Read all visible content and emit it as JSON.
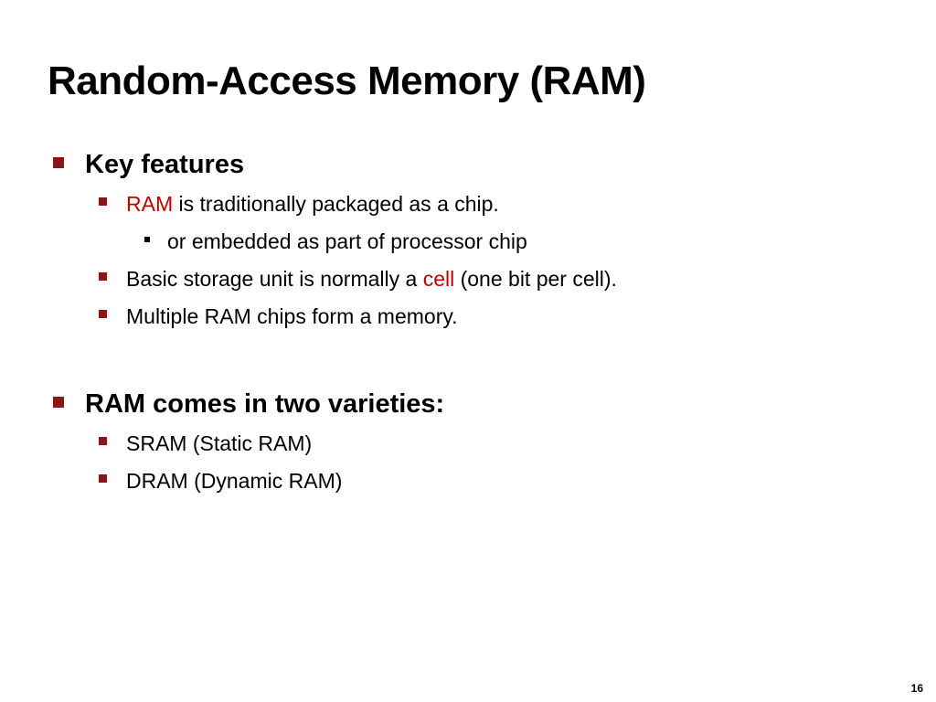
{
  "slide": {
    "title": "Random-Access Memory (RAM)",
    "sections": [
      {
        "heading": "Key features",
        "items": [
          {
            "pre": "",
            "highlight": "RAM",
            "post": " is traditionally packaged as a chip."
          },
          {
            "sub": "or embedded as part of processor chip"
          },
          {
            "pre": "Basic storage unit is normally a ",
            "highlight": "cell",
            "post": " (one bit per cell)."
          },
          {
            "text": "Multiple RAM chips form a memory."
          }
        ]
      },
      {
        "heading": "RAM comes in two varieties:",
        "items": [
          {
            "text": "SRAM (Static RAM)"
          },
          {
            "text": "DRAM (Dynamic RAM)"
          }
        ]
      }
    ],
    "page_number": "16"
  },
  "colors": {
    "bullet": "#8c1515",
    "highlight": "#c00000"
  },
  "icons": {
    "level1": "square-bullet-icon",
    "level2": "small-square-bullet-icon",
    "level3": "tiny-square-bullet-icon"
  }
}
